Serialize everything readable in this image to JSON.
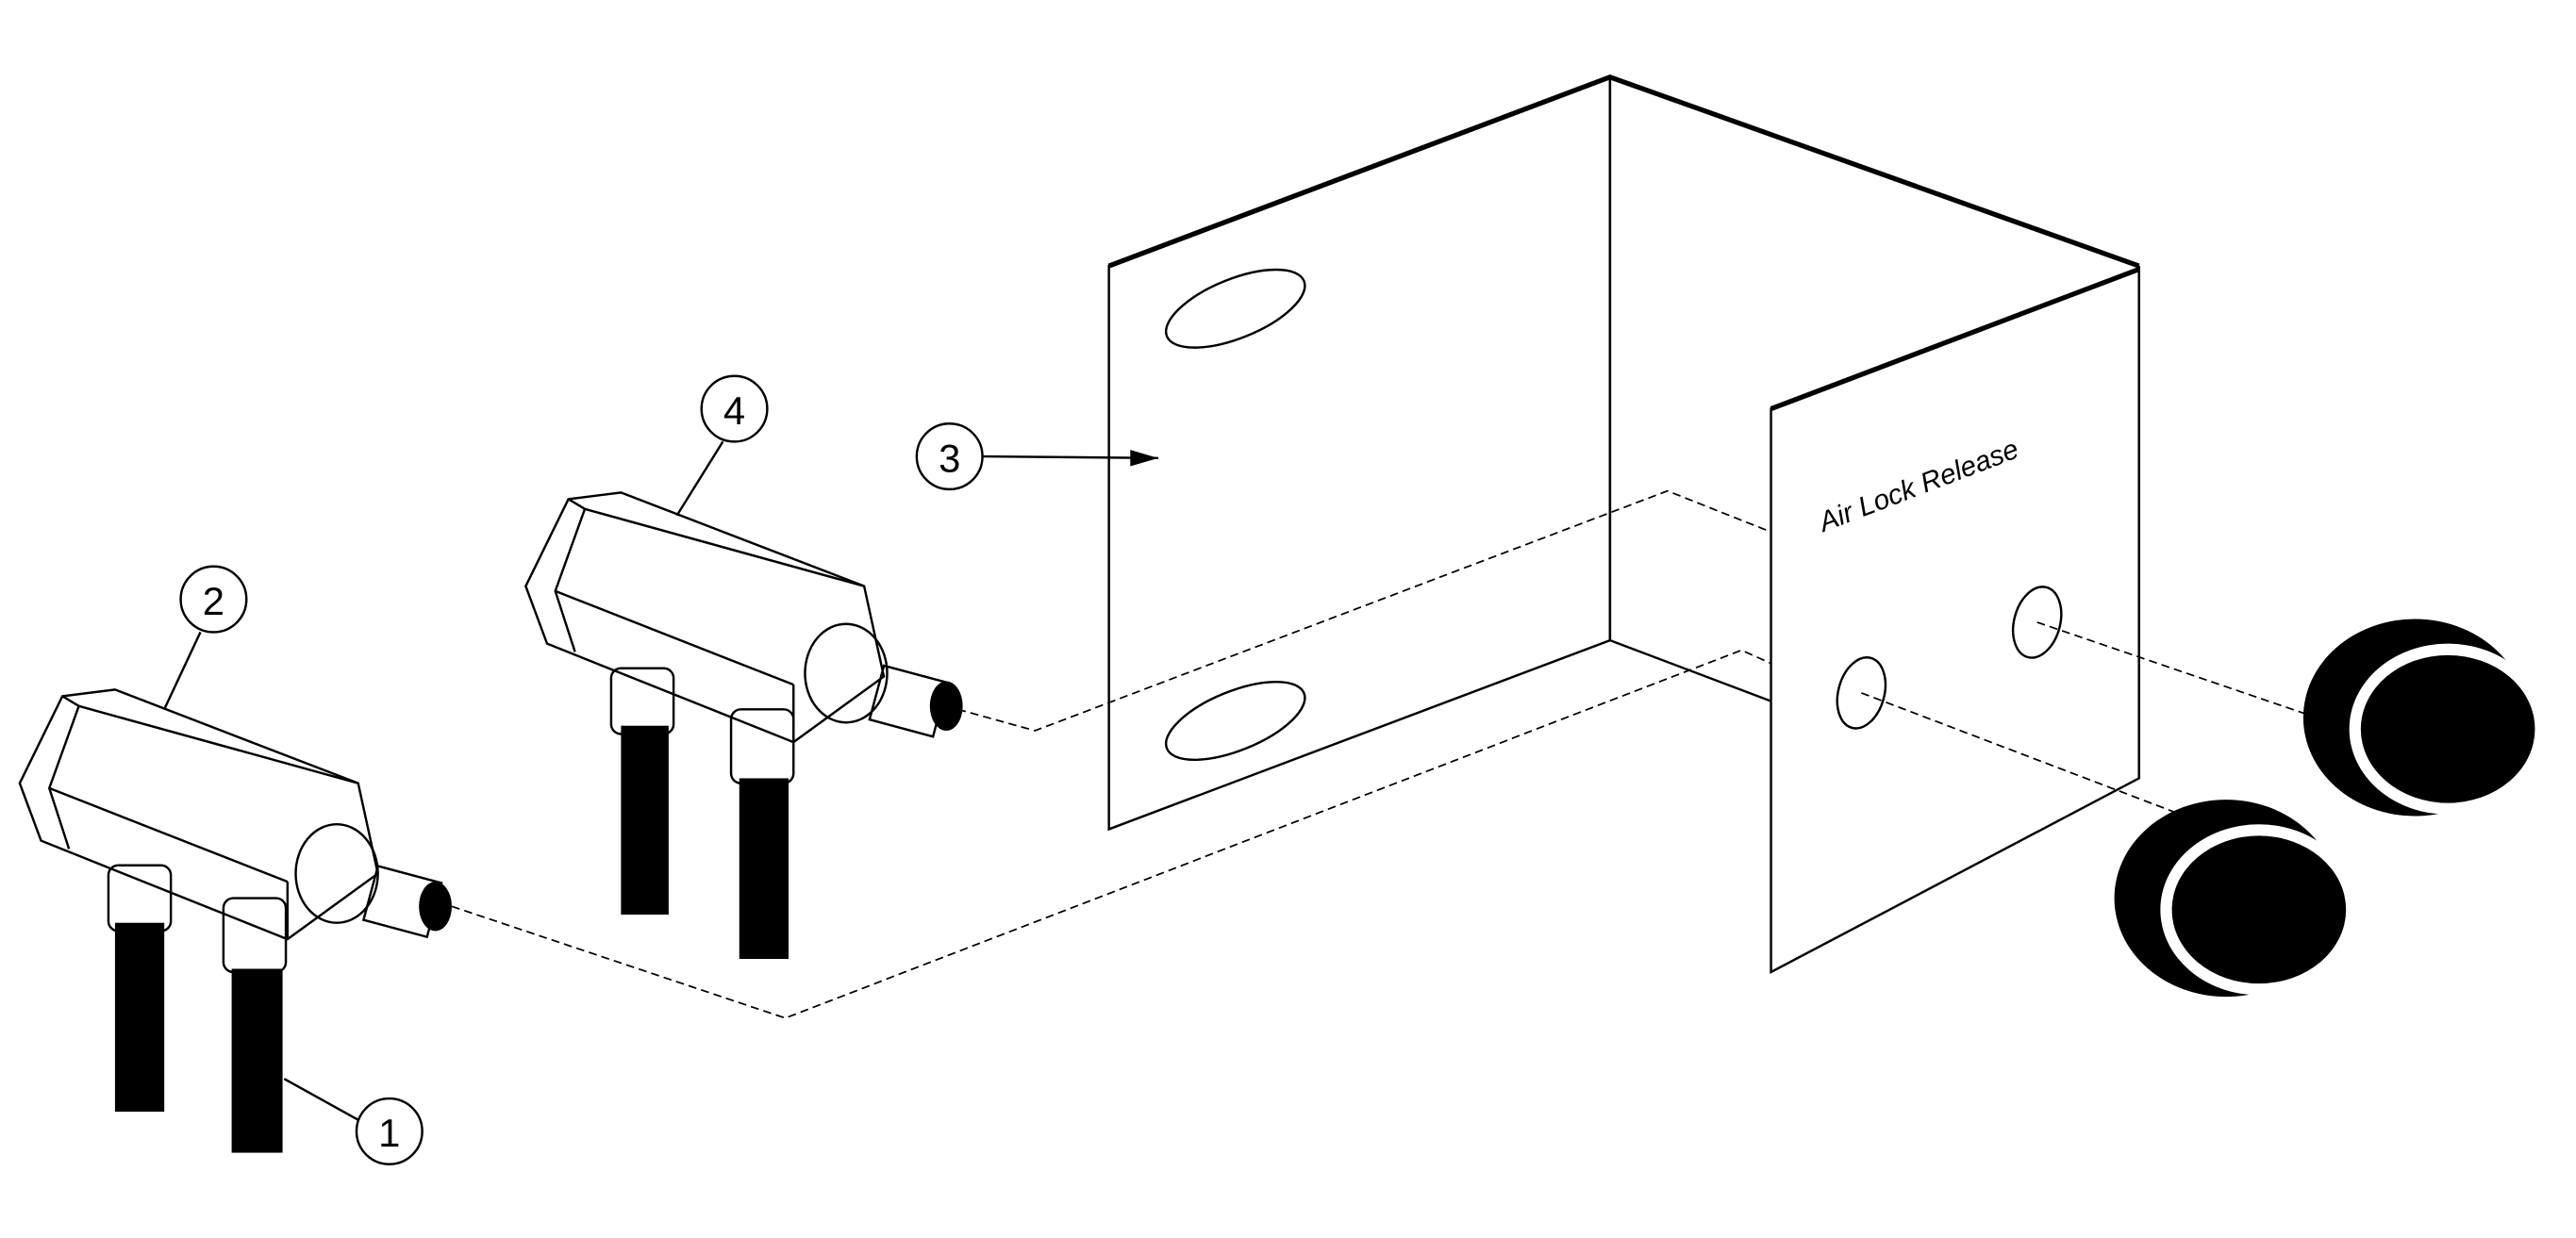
{
  "diagram": {
    "panel_label": "Air Lock Release",
    "callouts": [
      {
        "id": "1",
        "label": "1"
      },
      {
        "id": "2",
        "label": "2"
      },
      {
        "id": "3",
        "label": "3"
      },
      {
        "id": "4",
        "label": "4"
      }
    ],
    "colors": {
      "line": "#000000",
      "background": "#ffffff"
    }
  }
}
